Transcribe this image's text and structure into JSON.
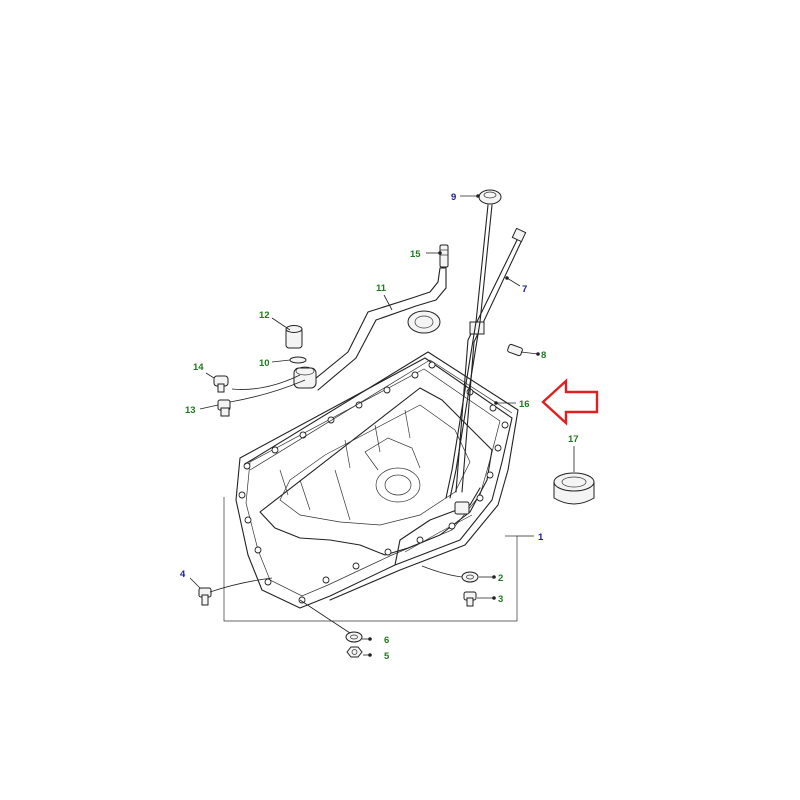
{
  "colors": {
    "callout_green": "#1f7a1f",
    "callout_blue": "#1a1a8c",
    "highlight_arrow": "#e02020",
    "line": "#222222"
  },
  "callouts": [
    {
      "id": "c1",
      "label": "1",
      "color": "blue"
    },
    {
      "id": "c2",
      "label": "2",
      "color": "green"
    },
    {
      "id": "c3",
      "label": "3",
      "color": "green"
    },
    {
      "id": "c4",
      "label": "4",
      "color": "blue"
    },
    {
      "id": "c5",
      "label": "5",
      "color": "green"
    },
    {
      "id": "c6",
      "label": "6",
      "color": "green"
    },
    {
      "id": "c7",
      "label": "7",
      "color": "blue"
    },
    {
      "id": "c8",
      "label": "8",
      "color": "green"
    },
    {
      "id": "c9",
      "label": "9",
      "color": "blue"
    },
    {
      "id": "c10",
      "label": "10",
      "color": "green"
    },
    {
      "id": "c11",
      "label": "11",
      "color": "green"
    },
    {
      "id": "c12",
      "label": "12",
      "color": "green"
    },
    {
      "id": "c13",
      "label": "13",
      "color": "green"
    },
    {
      "id": "c14",
      "label": "14",
      "color": "green"
    },
    {
      "id": "c15",
      "label": "15",
      "color": "green"
    },
    {
      "id": "c16",
      "label": "16",
      "color": "green"
    },
    {
      "id": "c17",
      "label": "17",
      "color": "green"
    }
  ],
  "highlight": {
    "target": "16",
    "icon": "outline-arrow-left"
  }
}
